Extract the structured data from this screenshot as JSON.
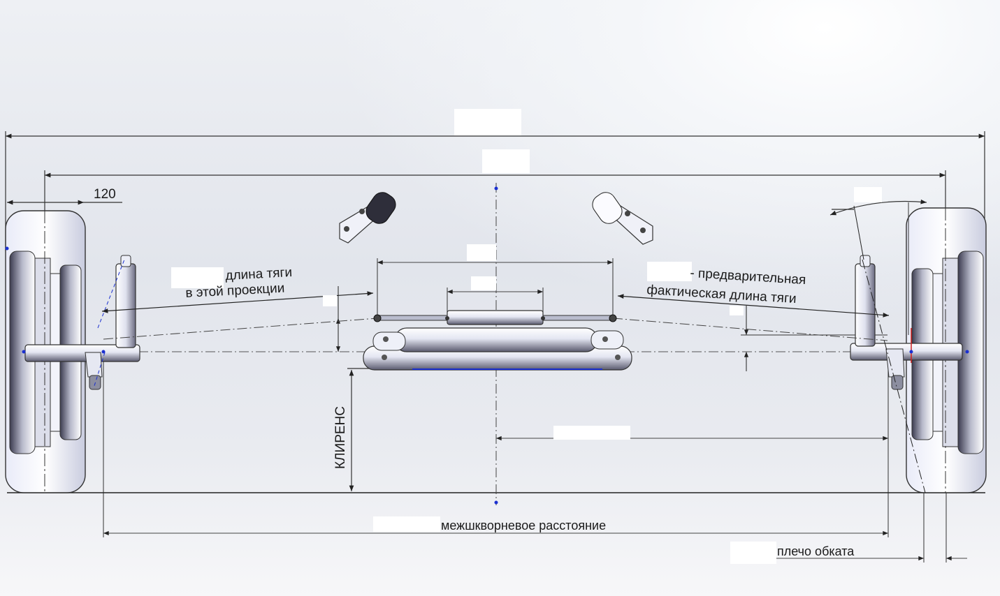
{
  "dimensions": {
    "top_offset": "120",
    "clearance": "КЛИРЕНС",
    "kingpin_distance": "межшкворневое расстояние",
    "scrub_radius": "плечо обката"
  },
  "annotations": {
    "rod_length_line1": "длина тяги",
    "rod_length_line2": "в этой проекции",
    "actual_rod_line1": "- предварительная",
    "actual_rod_line2": "фактическая длина тяги"
  },
  "colors": {
    "line": "#2b2b2b",
    "metal_light": "#f4f5fb",
    "metal_dark": "#4a4a60",
    "point": "#1a2fd0"
  }
}
